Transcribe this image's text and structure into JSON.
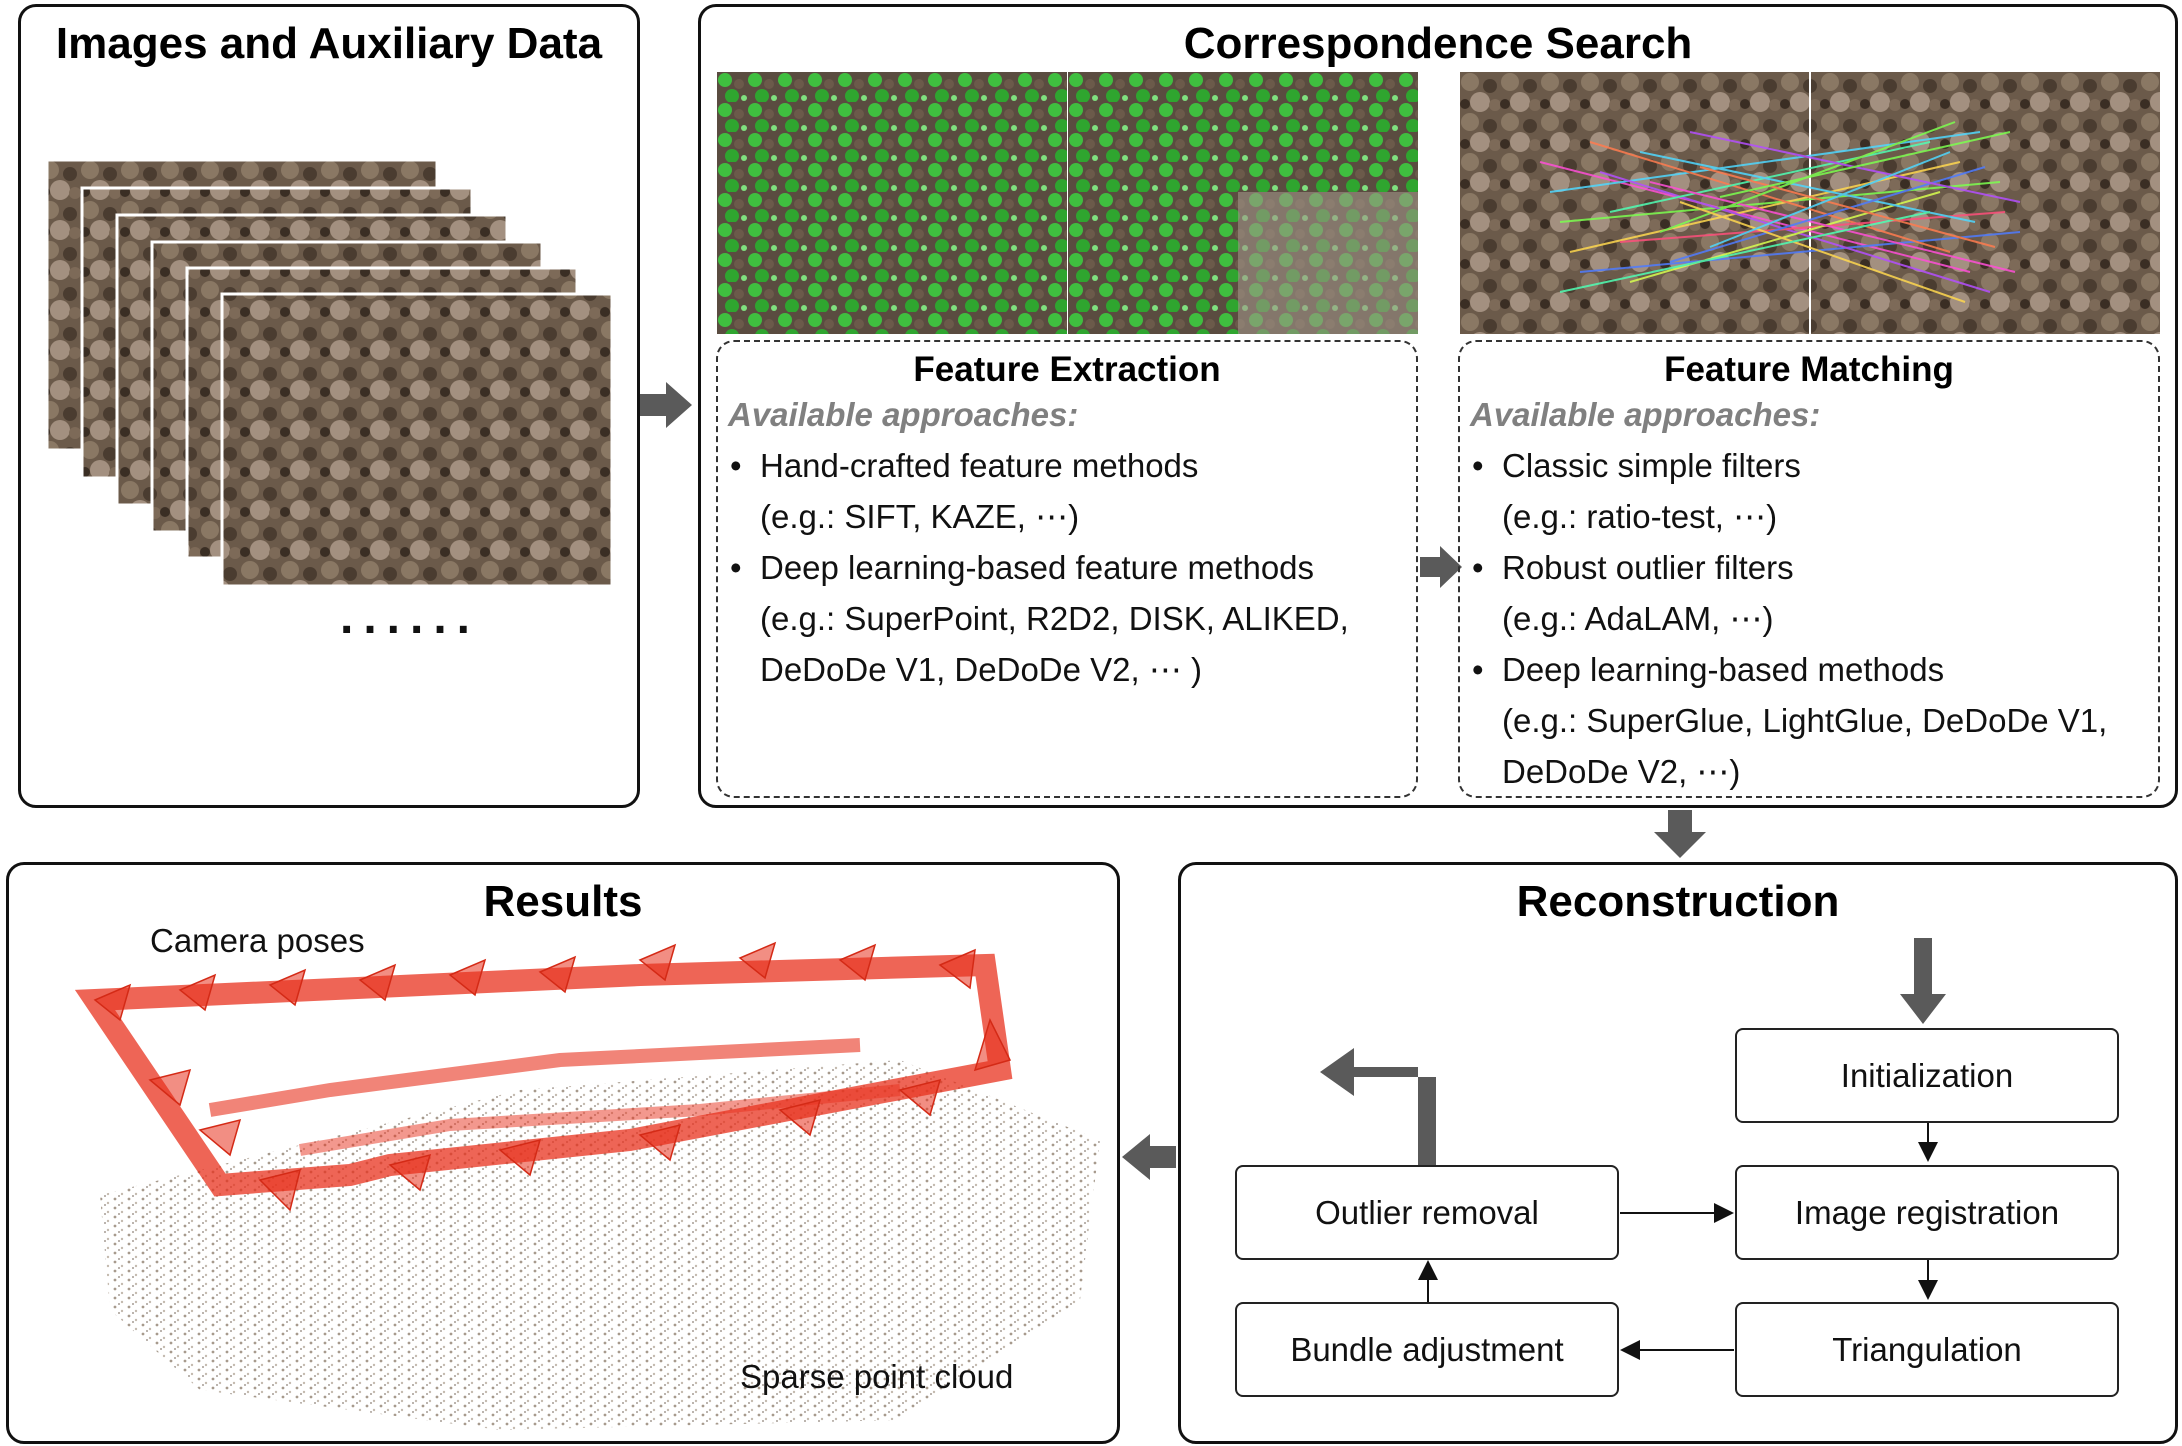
{
  "images_panel": {
    "title": "Images and Auxiliary Data",
    "ellipsis": "......"
  },
  "correspondence_panel": {
    "title": "Correspondence Search",
    "feature_extraction": {
      "title": "Feature Extraction",
      "available": "Available approaches:",
      "items": [
        {
          "label": "Hand-crafted feature methods",
          "example": "(e.g.: SIFT, KAZE, ⋯)"
        },
        {
          "label": "Deep learning-based feature methods",
          "example": "(e.g.: SuperPoint, R2D2, DISK, ALIKED,",
          "example2": "DeDoDe V1, DeDoDe V2, ⋯ )"
        }
      ]
    },
    "feature_matching": {
      "title": "Feature Matching",
      "available": "Available approaches:",
      "items": [
        {
          "label": "Classic simple filters",
          "example": "(e.g.: ratio-test, ⋯)"
        },
        {
          "label": "Robust outlier filters",
          "example": "(e.g.: AdaLAM, ⋯)"
        },
        {
          "label": "Deep learning-based methods",
          "example": "(e.g.: SuperGlue, LightGlue, DeDoDe V1,",
          "example2": "DeDoDe V2, ⋯)"
        }
      ]
    }
  },
  "reconstruction_panel": {
    "title": "Reconstruction",
    "nodes": {
      "initialization": "Initialization",
      "image_registration": "Image registration",
      "triangulation": "Triangulation",
      "bundle_adjustment": "Bundle adjustment",
      "outlier_removal": "Outlier removal"
    }
  },
  "results_panel": {
    "title": "Results",
    "camera_poses": "Camera poses",
    "sparse_point_cloud": "Sparse point cloud"
  },
  "colors": {
    "arrow": "#5a5a5a",
    "camera": "#e8321e",
    "points": "#a89a8a",
    "feature": "#3cd43c"
  }
}
